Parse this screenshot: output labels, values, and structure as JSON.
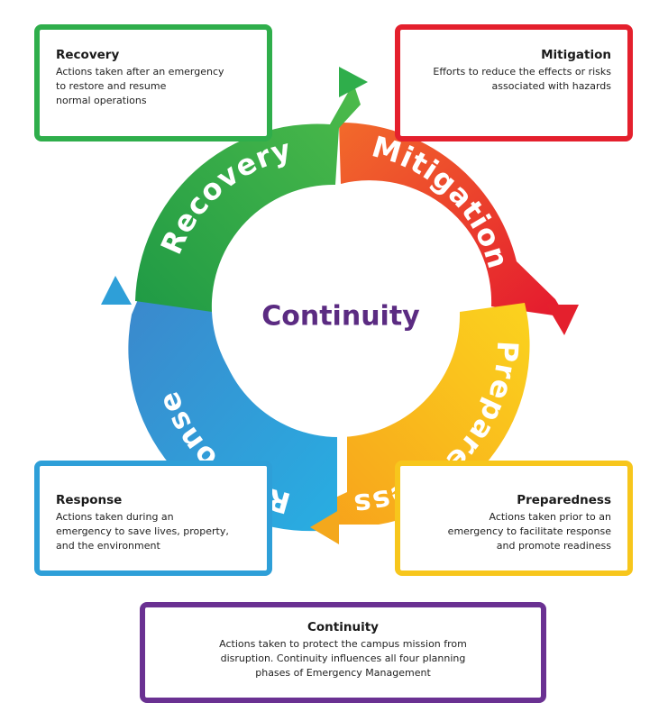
{
  "center": {
    "title": "Continuity"
  },
  "phases": [
    {
      "id": "mitigation",
      "wheel_label": "Mitigation"
    },
    {
      "id": "preparedness",
      "wheel_label": "Preparedness"
    },
    {
      "id": "response",
      "wheel_label": "Response"
    },
    {
      "id": "recovery",
      "wheel_label": "Recovery"
    }
  ],
  "boxes": {
    "recovery": {
      "title": "Recovery",
      "lines": [
        "Actions taken after an emergency",
        "to restore and resume",
        "normal operations"
      ]
    },
    "mitigation": {
      "title": "Mitigation",
      "lines": [
        "Efforts to reduce the effects or risks",
        "associated with hazards"
      ]
    },
    "response": {
      "title": "Response",
      "lines": [
        "Actions taken during an",
        "emergency to save lives, property,",
        "and the environment"
      ]
    },
    "preparedness": {
      "title": "Preparedness",
      "lines": [
        "Actions taken prior to an",
        "emergency to facilitate response",
        "and promote readiness"
      ]
    },
    "continuity": {
      "title": "Continuity",
      "lines": [
        "Actions taken to protect the campus mission from",
        "disruption. Continuity influences all four planning",
        "phases of Emergency Management"
      ]
    }
  },
  "colors": {
    "recovery": "#2fae4b",
    "mitigation": "#e4202d",
    "response": "#2e9fd8",
    "preparedness": "#f7c61c",
    "continuity": "#6a3192"
  }
}
